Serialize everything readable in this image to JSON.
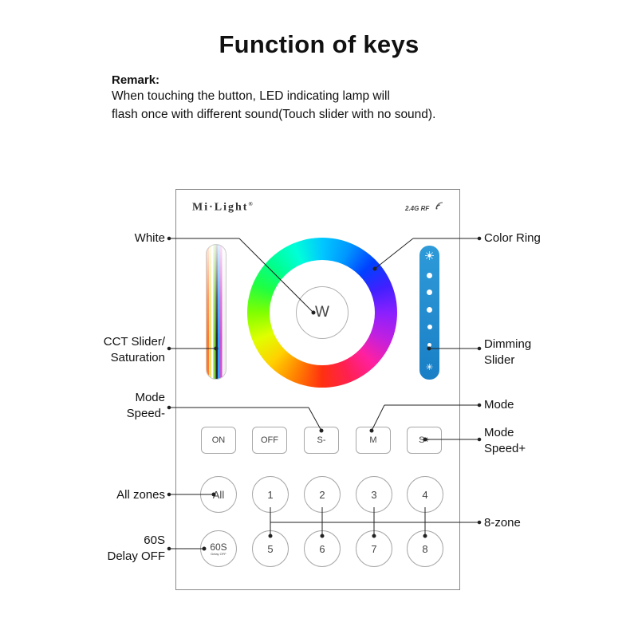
{
  "title": "Function of keys",
  "remark": {
    "heading": "Remark:",
    "line1": "When touching the button, LED indicating lamp will",
    "line2": "flash once with different sound(Touch slider with no sound)."
  },
  "panel": {
    "brand": "Mi·Light",
    "brand_mark": "®",
    "rf": "2.4G RF",
    "white_button": "W",
    "row1": [
      "ON",
      "OFF",
      "S-",
      "M",
      "S+"
    ],
    "all_button": "All",
    "zones_top": [
      "1",
      "2",
      "3",
      "4"
    ],
    "delay_button": "60S",
    "delay_small": "Delay OFF",
    "zones_bottom": [
      "5",
      "6",
      "7",
      "8"
    ]
  },
  "labels": {
    "white": "White",
    "color_ring": "Color Ring",
    "cct_1": "CCT Slider/",
    "cct_2": "Saturation",
    "dimming_1": "Dimming",
    "dimming_2": "Slider",
    "mode_speed_minus_1": "Mode",
    "mode_speed_minus_2": "Speed-",
    "mode": "Mode",
    "mode_speed_plus_1": "Mode",
    "mode_speed_plus_2": "Speed+",
    "all_zones": "All zones",
    "zone8": "8-zone",
    "delay_1": "60S",
    "delay_2": "Delay OFF"
  },
  "colors": {
    "dimming_slider": "#1a7fc6",
    "button_border": "#a8a8a8",
    "panel_border": "#8a8a8a"
  }
}
